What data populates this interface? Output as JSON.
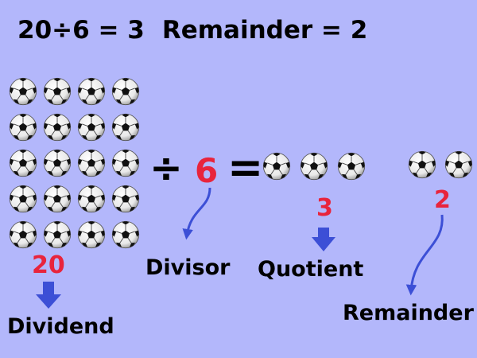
{
  "header": {
    "equation": "20÷6 = 3",
    "remainder_text": "Remainder = 2"
  },
  "diagram": {
    "division_sign": "÷",
    "equals_sign": "=",
    "divisor_value": "6",
    "dividend_value": "20",
    "quotient_value": "3",
    "remainder_value": "2",
    "labels": {
      "divisor": "Divisor",
      "quotient": "Quotient",
      "remainder": "Remainder",
      "dividend": "Dividend"
    },
    "icon": "soccer-ball-icon",
    "counts": {
      "dividend_balls": 20,
      "quotient_balls": 3,
      "remainder_balls": 2
    }
  },
  "colors": {
    "background": "#b3b7fb",
    "number_red": "#e8243c",
    "arrow_blue": "#3c4fd6"
  }
}
